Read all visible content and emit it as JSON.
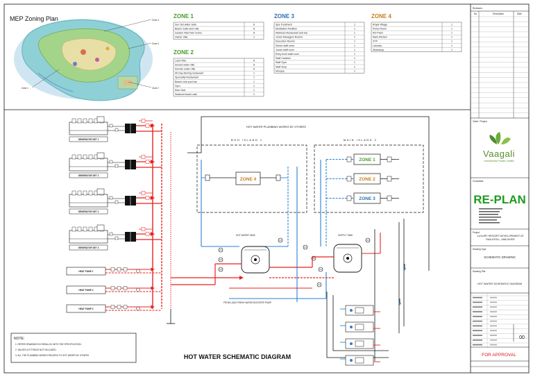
{
  "header": {
    "plan_title": "MEP Zoning Plan",
    "map_zone_labels": [
      "Zone 4",
      "Zone 3",
      "Zone 2",
      "Zone 1"
    ]
  },
  "zone_tables": [
    {
      "title": "ZONE 1",
      "color": "#4c9a2a",
      "rows": [
        [
          "Sun Set water suite",
          "8"
        ],
        [
          "Beach Suite land villa",
          "8"
        ],
        [
          "Garden Villa Twin rooms",
          "8"
        ],
        [
          "Owner Villa",
          "1"
        ]
      ]
    },
    {
      "title": "ZONE 2",
      "color": "#4c9a2a",
      "rows": [
        [
          "Land Villa",
          "8"
        ],
        [
          "Sunset water villa",
          "8"
        ],
        [
          "Sunrise water villa",
          "8"
        ],
        [
          "All Day dinning restaurant",
          "1"
        ],
        [
          "Speciality Restaurant",
          "1"
        ],
        [
          "Beach club pool bar",
          "1"
        ],
        [
          "Gym",
          "1"
        ],
        [
          "Kids Club",
          "1"
        ],
        [
          "Seafood beach cafe",
          "1"
        ]
      ]
    },
    {
      "title": "ZONE 3",
      "color": "#2d6fb3",
      "rows": [
        [
          "Spa Treatment",
          "1"
        ],
        [
          "Meditation Pavillion",
          "1"
        ],
        [
          "Wellness Restaurant and bar",
          "1"
        ],
        [
          "Junior Managers Rooms",
          "1"
        ],
        [
          "Executive Rooms",
          "1"
        ],
        [
          "Senior staff room",
          "1"
        ],
        [
          "Junior staff room",
          "1"
        ],
        [
          "Entry level staff room",
          "1"
        ],
        [
          "Staff Canteen",
          "1"
        ],
        [
          "Staff Gym",
          "1"
        ],
        [
          "Staff shop",
          "1"
        ],
        [
          "Mosque",
          "1"
        ]
      ]
    },
    {
      "title": "ZONE 4",
      "color": "#c87d1c",
      "rows": [
        [
          "Royal Village",
          "1"
        ],
        [
          "Pump Room",
          "1"
        ],
        [
          "RO Plant",
          "1"
        ],
        [
          "Main Kitchen",
          "1"
        ],
        [
          "STP",
          "1"
        ],
        [
          "Laundry",
          "1"
        ],
        [
          "Workshop",
          "1"
        ]
      ]
    }
  ],
  "schematic": {
    "generators": [
      "GENERATOR SET 1",
      "GENERATOR SET 2",
      "GENERATOR SET 3",
      "GENERATOR SET 4"
    ],
    "heat_pumps": [
      "HEAT PUMP 1",
      "HEAT PUMP 2",
      "HEAT PUMP 3"
    ],
    "piping_note": "HOT WATER PLUMBING WORKS BY OTHERS",
    "island_1": "BOH ISLAND 1",
    "island_2": "MAIN ISLAND 2",
    "zone_boxes": [
      "ZONE 4",
      "ZONE 1",
      "ZONE 2",
      "ZONE 3"
    ],
    "tank_1": "HOT WATER TANK",
    "tank_2": "SUPPLY TANK",
    "booster": "FROM LAND FRESH WATER BOOSTER PUMP",
    "diagram_title": "HOT WATER SCHEMATIC DIAGRAM",
    "note_title": "NOTE:",
    "notes": [
      "1. REFER DRAWINGS IN PARALLEL WITH THE SPECIFICATION.",
      "2. VALVES & FITTINGS NOT INCLUDED.",
      "3. ALL THE PLUMBING WORKS RELATED TO HOT WATER BY OTHERS"
    ],
    "colors": {
      "hot": "#e8201f",
      "return": "#2a7fd4",
      "line": "#111111"
    }
  },
  "title_block": {
    "revisions_title": "Revisions",
    "rev_headers": [
      "No.",
      "Description",
      "Date"
    ],
    "client_label": "Client / Project",
    "brand": "Vaagali",
    "brand_sub": "Investments Private Limited",
    "consultant_label": "Consultant",
    "consultant": "RE-PLAN",
    "project_label": "Project",
    "project": "LUXURY RESORT DEVELOPMENT AT RAA ATOLL, MALDIVES",
    "drawing_type_label": "Drawing Type",
    "drawing_type": "SCHEMATIC DRAWING",
    "drawing_title_label": "Drawing Title",
    "drawing_title": "HOT WATER SCHEMATIC DIAGRAM",
    "rev_number": "00",
    "status": "FOR APPROVAL",
    "status_color": "#d62020"
  }
}
